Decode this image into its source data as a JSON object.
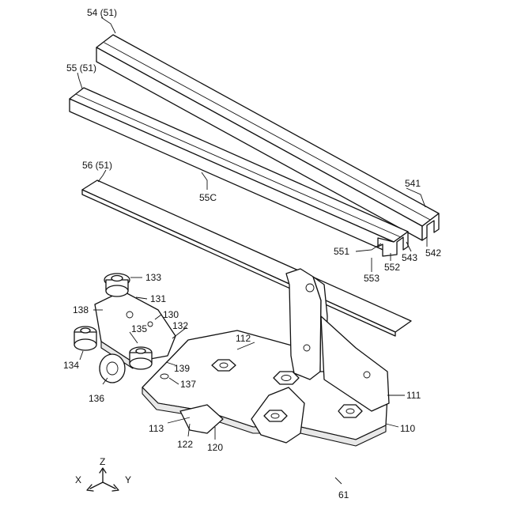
{
  "labels": {
    "rail54": "54 (51)",
    "rail55": "55 (51)",
    "strip56": "56 (51)",
    "l55c": "55C",
    "l541": "541",
    "l542": "542",
    "l543": "543",
    "l551": "551",
    "l552": "552",
    "l553": "553",
    "l133": "133",
    "l131": "131",
    "l138": "138",
    "l130": "130",
    "l135": "135",
    "l132": "132",
    "l112": "112",
    "l134": "134",
    "l139": "139",
    "l137": "137",
    "l136": "136",
    "l113": "113",
    "l122": "122",
    "l120": "120",
    "l111": "111",
    "l110": "110",
    "l61": "61"
  },
  "axes": {
    "x": "X",
    "y": "Y",
    "z": "Z"
  }
}
